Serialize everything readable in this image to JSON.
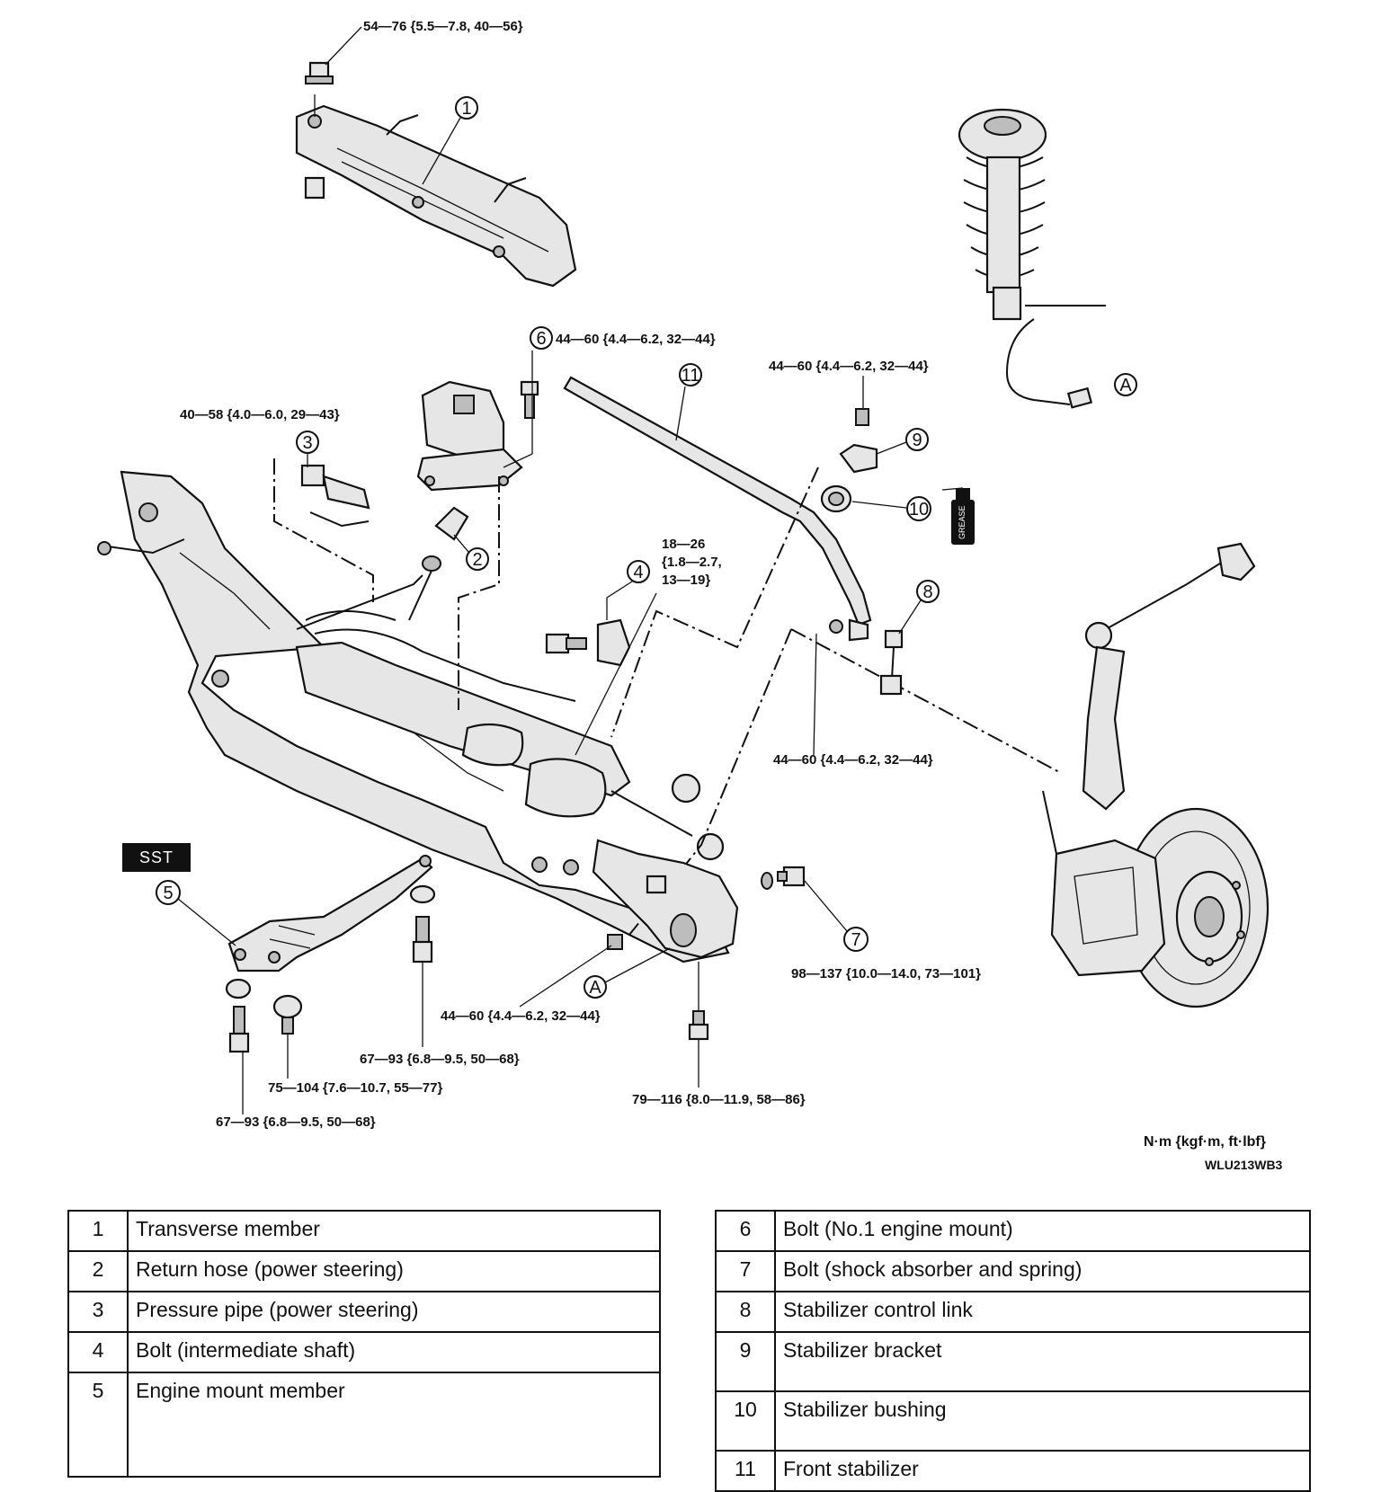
{
  "torque_labels": {
    "t1": "54—76 {5.5—7.8, 40—56}",
    "t2": "44—60 {4.4—6.2, 32—44}",
    "t3": "44—60 {4.4—6.2, 32—44}",
    "t4": "40—58 {4.0—6.0, 29—43}",
    "t5a": "18—26",
    "t5b": "{1.8—2.7,",
    "t5c": "13—19}",
    "t6": "44—60 {4.4—6.2, 32—44}",
    "t7": "98—137 {10.0—14.0, 73—101}",
    "t8": "44—60 {4.4—6.2, 32—44}",
    "t9": "67—93 {6.8—9.5, 50—68}",
    "t10": "75—104 {7.6—10.7, 55—77}",
    "t11": "79—116 {8.0—11.9, 58—86}",
    "t12": "67—93 {6.8—9.5, 50—68}"
  },
  "callouts": {
    "c1": "1",
    "c2": "2",
    "c3": "3",
    "c4": "4",
    "c5": "5",
    "c6": "6",
    "c7": "7",
    "c8": "8",
    "c9": "9",
    "c10": "10",
    "c11": "11",
    "cA1": "A",
    "cA2": "A"
  },
  "grease_label": "GREASE",
  "sst_label": "SST",
  "units_label": "N·m {kgf·m, ft·lbf}",
  "figure_code": "WLU213WB3",
  "parts_left": [
    {
      "num": "1",
      "name": "Transverse member"
    },
    {
      "num": "2",
      "name": "Return hose (power steering)"
    },
    {
      "num": "3",
      "name": "Pressure pipe (power steering)"
    },
    {
      "num": "4",
      "name": "Bolt (intermediate shaft)"
    },
    {
      "num": "5",
      "name": "Engine mount member"
    }
  ],
  "parts_right": [
    {
      "num": "6",
      "name": "Bolt (No.1 engine mount)"
    },
    {
      "num": "7",
      "name": "Bolt (shock absorber and spring)"
    },
    {
      "num": "8",
      "name": "Stabilizer control link"
    },
    {
      "num": "9",
      "name": "Stabilizer bracket"
    },
    {
      "num": "10",
      "name": "Stabilizer bushing"
    },
    {
      "num": "11",
      "name": "Front stabilizer"
    }
  ]
}
